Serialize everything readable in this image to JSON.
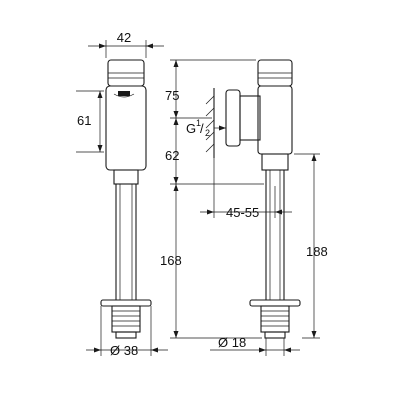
{
  "dimensions": {
    "body_width": "42",
    "body_height": "61",
    "top_to_inlet": "75",
    "inlet_thread_prefix": "G",
    "inlet_thread_num": "1",
    "inlet_thread_den": "2",
    "inlet_to_flange": "62",
    "wall_offset": "45-55",
    "pipe_length": "168",
    "overall_height": "188",
    "flange_diameter": "Ø 38",
    "pipe_diameter": "Ø 18"
  }
}
